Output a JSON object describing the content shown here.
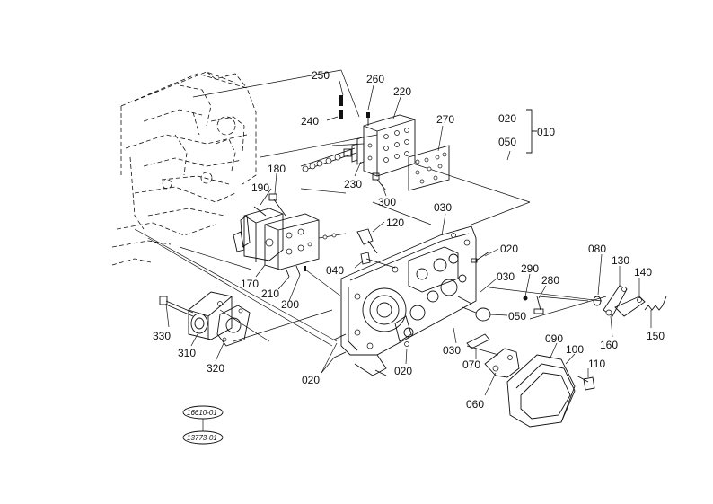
{
  "part_labels": {
    "p250": "250",
    "p260": "260",
    "p220": "220",
    "p240": "240",
    "p270": "270",
    "p020_top": "020",
    "p050_top": "050",
    "p010": "010",
    "p180": "180",
    "p190": "190",
    "p230": "230",
    "p300": "300",
    "p120": "120",
    "p030_mid": "030",
    "p020_right": "020",
    "p080": "080",
    "p130": "130",
    "p140": "140",
    "p290": "290",
    "p280": "280",
    "p040": "040",
    "p030_right": "030",
    "p050_right": "050",
    "p170": "170",
    "p210": "210",
    "p200": "200",
    "p160": "160",
    "p150": "150",
    "p330": "330",
    "p310": "310",
    "p030_low": "030",
    "p070": "070",
    "p090": "090",
    "p100": "100",
    "p320": "320",
    "p110": "110",
    "p020_center": "020",
    "p020_left": "020",
    "p060": "060"
  },
  "reference_codes": {
    "ref1": "16610-01",
    "ref2": "13773-01"
  }
}
